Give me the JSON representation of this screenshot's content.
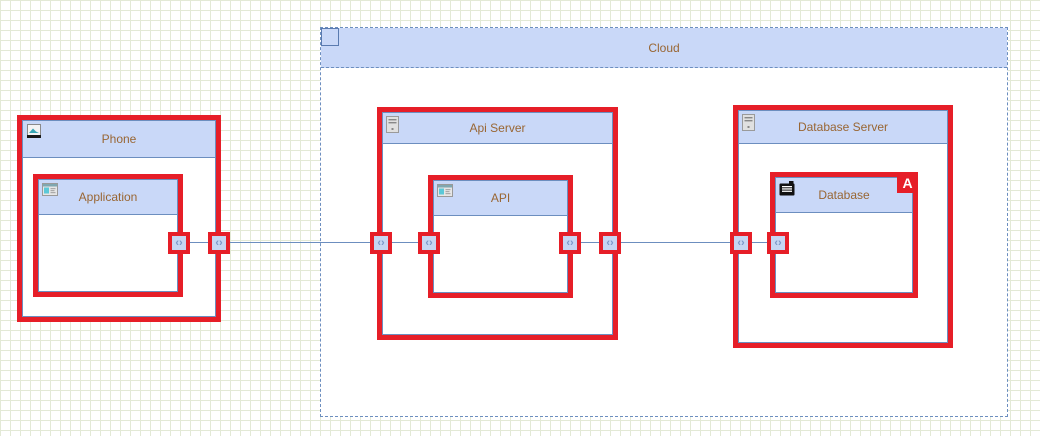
{
  "colors": {
    "annotation_red": "#e61e28",
    "node_border_blue": "#6c8ebf",
    "header_fill_blue": "#c9d8f8",
    "label_brown": "#996633",
    "grid_line": "#e3e9d6",
    "edge_blue": "#6c8ebf"
  },
  "cloud": {
    "label": "Cloud"
  },
  "nodes": {
    "phone": {
      "label": "Phone",
      "icon": "phone-icon"
    },
    "application": {
      "label": "Application",
      "icon": "app-window-icon"
    },
    "api_server": {
      "label": "Api Server",
      "icon": "server-icon"
    },
    "api": {
      "label": "API",
      "icon": "app-window-icon"
    },
    "database_server": {
      "label": "Database Server",
      "icon": "server-icon"
    },
    "database": {
      "label": "Database",
      "icon": "disk-icon"
    }
  },
  "annotations": {
    "badge_label": "A",
    "marker_glyph": "‹›"
  }
}
